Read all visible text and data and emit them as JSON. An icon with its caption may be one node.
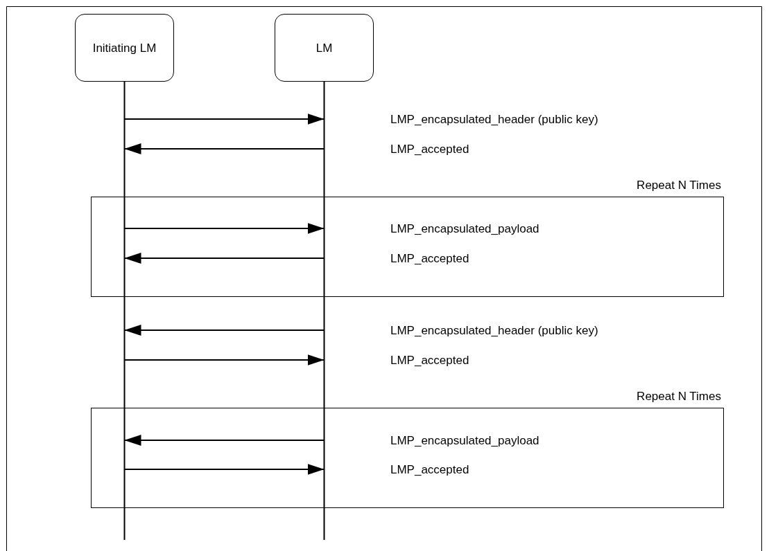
{
  "diagram": {
    "nodes": [
      {
        "text": [
          "Initiating LM"
        ]
      },
      {
        "text": [
          "LM"
        ]
      }
    ],
    "edges": [
      {
        "from": 0,
        "to": 1,
        "arrow": "to"
      },
      {
        "from": 1,
        "to": 0,
        "arrow": "to"
      },
      {
        "from": 0,
        "to": 1,
        "arrow": "to"
      },
      {
        "from": 1,
        "to": 0,
        "arrow": "to"
      },
      {
        "from": 1,
        "to": 0,
        "arrow": "to"
      },
      {
        "from": 0,
        "to": 1,
        "arrow": "to"
      },
      {
        "from": 1,
        "to": 0,
        "arrow": "to"
      },
      {
        "from": 0,
        "to": 1,
        "arrow": "to"
      }
    ],
    "labels": [
      "LMP_encapsulated_header (public key)",
      "LMP_accepted",
      "Repeat N Times",
      "LMP_encapsulated_payload",
      "LMP_accepted",
      "LMP_encapsulated_header (public key)",
      "LMP_accepted",
      "Repeat N Times",
      "LMP_encapsulated_payload",
      "LMP_accepted"
    ]
  }
}
